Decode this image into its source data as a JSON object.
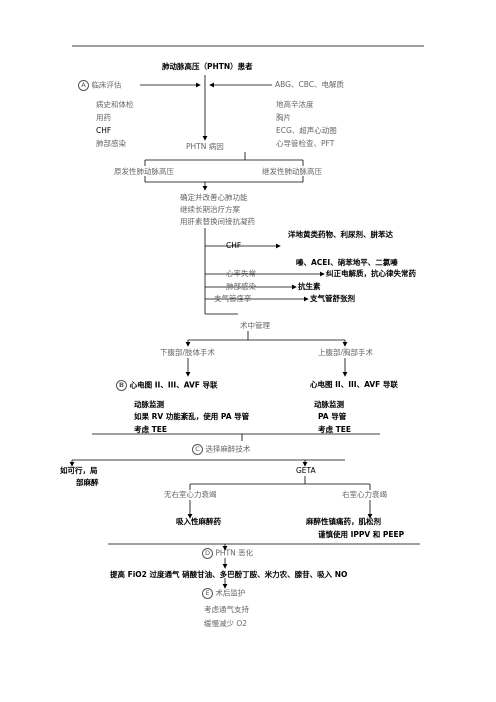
{
  "title": "肺动脉高压（PHTN）患者",
  "markers": {
    "a": "A",
    "b": "B",
    "c": "C",
    "d": "D",
    "e": "E"
  },
  "eval": {
    "label": "临床评估",
    "right_top": "ABG、CBC、电解质",
    "left_items": [
      "病史和体检",
      "用药",
      "CHF",
      "肺部感染"
    ],
    "right_items": [
      "地高辛浓度",
      "胸片",
      "ECG、超声心动图",
      "心导管检查、PFT"
    ],
    "cause": "PHTN 病因"
  },
  "types": {
    "primary": "原发性肺动脉高压",
    "secondary": "继发性肺动脉高压"
  },
  "mgmt": {
    "lines": [
      "确定并改善心肺功能",
      "继续长期治疗方案",
      "用肝素替换间接抗凝药"
    ],
    "chf": "CHF",
    "chf_drugs_1": "洋地黄类药物、利尿剂、肼苯达",
    "chf_drugs_2": "嗪、ACEI、硝苯地平、二氯嗪",
    "arrhythmia": "心率失常",
    "arrhythmia_tx": "纠正电解质，抗心律失常药",
    "infection": "肺部感染",
    "infection_tx": "抗生素",
    "bronchospasm": "支气管痉挛",
    "bronchospasm_tx": "支气管舒张剂"
  },
  "intraop": {
    "label": "术中管理",
    "lower": "下腹部/肢体手术",
    "upper": "上腹部/胸部手术"
  },
  "monitor": {
    "ecg_left": "心电图 II、III、AVF 导联",
    "ecg_right": "心电图 II、III、AVF 导联",
    "left_lines": [
      "动脉监测",
      "如果 RV 功能紊乱，使用 PA 导管",
      "考虑 TEE"
    ],
    "right_lines": [
      "动脉监测",
      "PA 导管",
      "考虑 TEE"
    ]
  },
  "anesth": {
    "label": "选择麻醉技术",
    "regional": [
      "如可行，局",
      "部麻醉"
    ],
    "geta": "GETA",
    "no_rv": "无右室心力衰竭",
    "rv": "右室心力衰竭",
    "inhaled": "吸入性麻醉药",
    "iv": "麻醉性镇痛药，肌松剂",
    "ippv": "谨慎使用 IPPV 和 PEEP"
  },
  "worse": {
    "label": "PHTN 恶化",
    "tx": "提高 FiO2  过度通气  硝酸甘油、多巴酚丁胺、米力农、腺苷、吸入 NO"
  },
  "postop": {
    "label": "术后监护",
    "lines": [
      "考虑通气支持",
      "缓慢减少 O2"
    ]
  }
}
